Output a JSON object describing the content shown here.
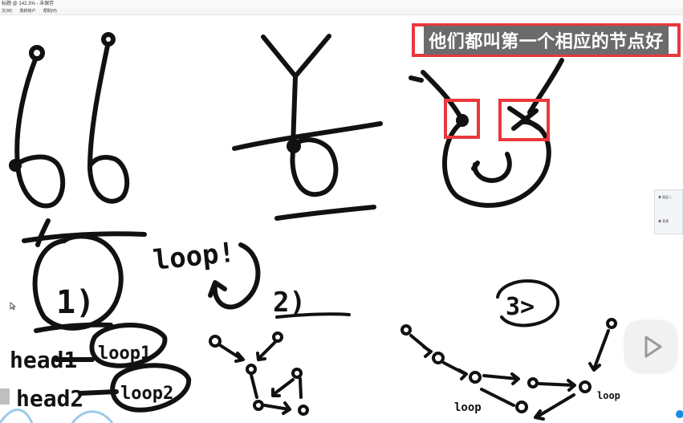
{
  "window": {
    "title": "标题 @ 142.3% - 未保存",
    "menu": [
      "文(W)",
      "我的帐户",
      "帮助(H)"
    ]
  },
  "caption": {
    "text": "他们都叫第一个相应的节点好"
  },
  "side_panel": {
    "row1": "图层 1",
    "row2": "背景"
  },
  "drawing": {
    "labels": {
      "loop": "loop!",
      "n1": "1)",
      "n2": "2)",
      "n3": "3>",
      "head1": "head1",
      "head2": "head2",
      "loop1": "loop1",
      "loop2": "loop2",
      "loop_right": "loop",
      "loop_bottom": "loop"
    }
  }
}
